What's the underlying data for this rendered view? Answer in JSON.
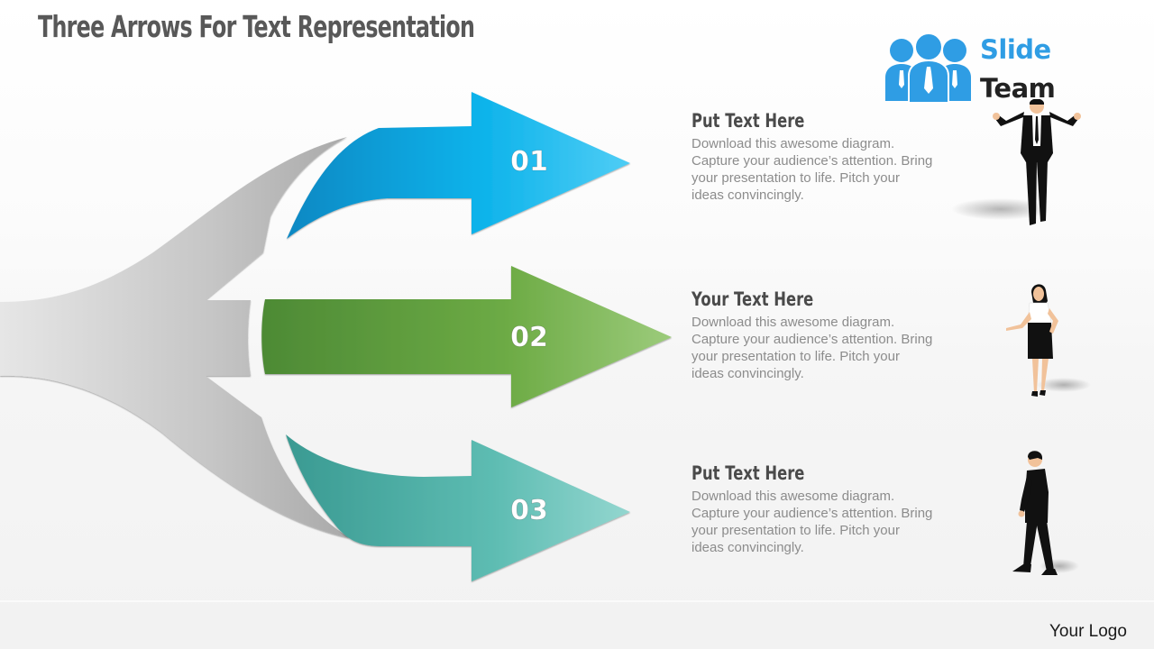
{
  "slide": {
    "title": "Three Arrows For Text Representation",
    "brand": {
      "line1": "Slide",
      "line2": "Team",
      "icon": "team-people-icon",
      "color_primary": "#2f9de4",
      "color_secondary": "#222222"
    },
    "footer_logo": "Your Logo"
  },
  "arrows": [
    {
      "number": "01",
      "color_start": "#0a88c3",
      "color_end": "#4fcdf5",
      "shape": "curved-up-arrow"
    },
    {
      "number": "02",
      "color_start": "#4d8a35",
      "color_end": "#9ccb7b",
      "shape": "straight-arrow"
    },
    {
      "number": "03",
      "color_start": "#3a9a92",
      "color_end": "#93d6cf",
      "shape": "curved-down-arrow"
    }
  ],
  "items": [
    {
      "heading": "Put Text Here",
      "body": "Download this awesome diagram. Capture your audience’s attention. Bring your presentation to life. Pitch your ideas convincingly.",
      "figure": "businessman-cheering-icon"
    },
    {
      "heading": "Your Text Here",
      "body": "Download this awesome diagram. Capture your audience’s attention. Bring your presentation to life. Pitch your ideas convincingly.",
      "figure": "businesswoman-presenting-icon"
    },
    {
      "heading": "Put Text Here",
      "body": "Download this awesome diagram. Capture your audience’s attention. Bring your presentation to life. Pitch your ideas convincingly.",
      "figure": "businessman-walking-icon"
    }
  ]
}
